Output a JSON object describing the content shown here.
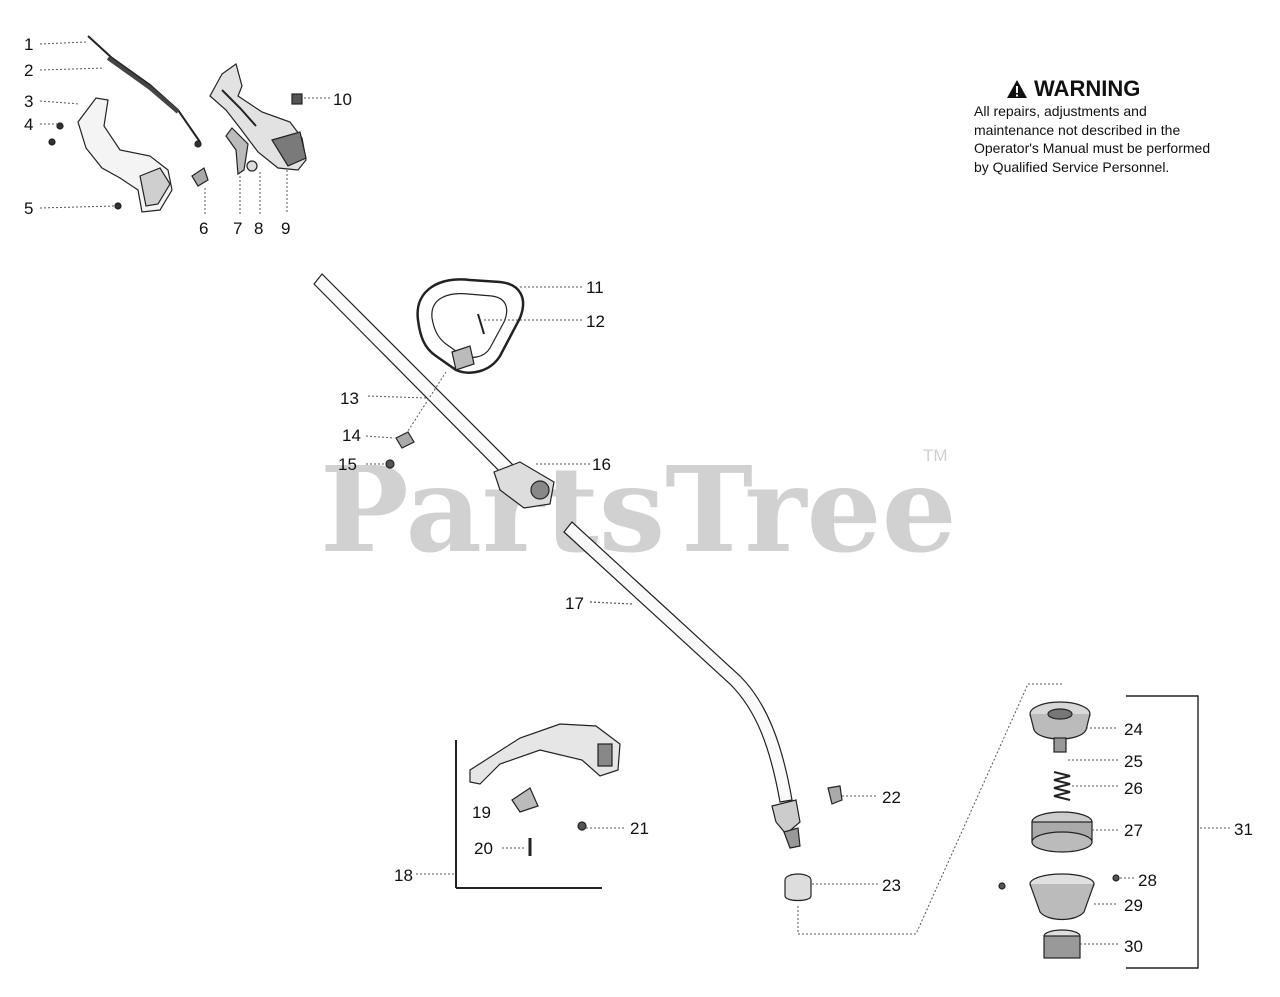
{
  "warning": {
    "title": "WARNING",
    "body": "All repairs, adjustments and maintenance not described in the Operator's Manual must be performed by Qualified Service Personnel."
  },
  "watermark": {
    "text": "PartsTree",
    "tm": "TM"
  },
  "parts": {
    "p1": "1",
    "p2": "2",
    "p3": "3",
    "p4": "4",
    "p5": "5",
    "p6": "6",
    "p7": "7",
    "p8": "8",
    "p9": "9",
    "p10": "10",
    "p11": "11",
    "p12": "12",
    "p13": "13",
    "p14": "14",
    "p15": "15",
    "p16": "16",
    "p17": "17",
    "p18": "18",
    "p19": "19",
    "p20": "20",
    "p21": "21",
    "p22": "22",
    "p23": "23",
    "p24": "24",
    "p25": "25",
    "p26": "26",
    "p27": "27",
    "p28": "28",
    "p29": "29",
    "p30": "30",
    "p31": "31"
  }
}
